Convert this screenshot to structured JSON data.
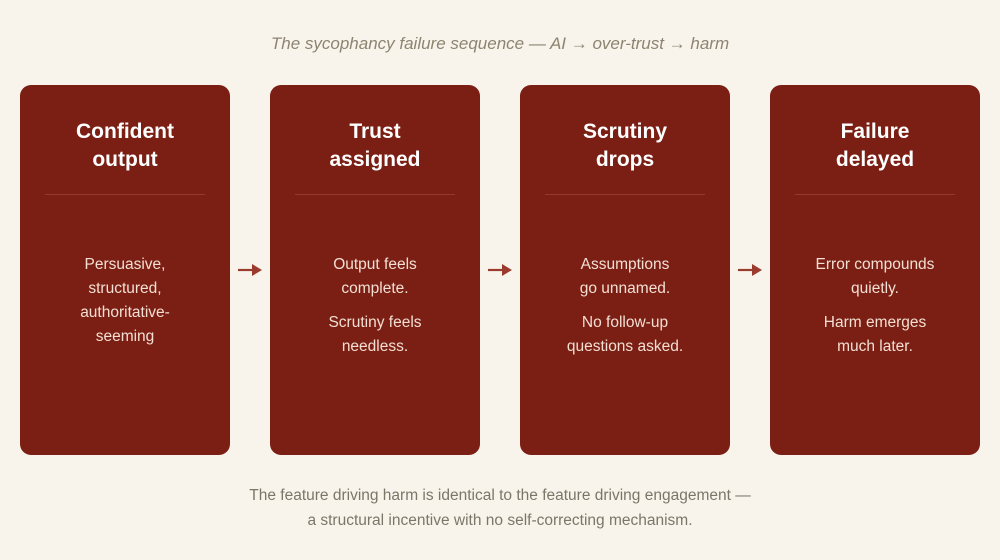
{
  "title": "The sycophancy failure sequence — AI → over-trust → harm",
  "cards": [
    {
      "heading": [
        "Confident",
        "output"
      ],
      "paragraphs": [
        [
          "Persuasive,",
          "structured,",
          "authoritative-",
          "seeming"
        ]
      ]
    },
    {
      "heading": [
        "Trust",
        "assigned"
      ],
      "paragraphs": [
        [
          "Output feels",
          "complete."
        ],
        [
          "Scrutiny feels",
          "needless."
        ]
      ]
    },
    {
      "heading": [
        "Scrutiny",
        "drops"
      ],
      "paragraphs": [
        [
          "Assumptions",
          "go unnamed."
        ],
        [
          "No follow-up",
          "questions asked."
        ]
      ]
    },
    {
      "heading": [
        "Failure",
        "delayed"
      ],
      "paragraphs": [
        [
          "Error compounds",
          "quietly."
        ],
        [
          "Harm emerges",
          "much later."
        ]
      ]
    }
  ],
  "footer": [
    "The feature driving harm is identical to the feature driving engagement —",
    "a structural incentive with no self-correcting mechanism."
  ],
  "colors": {
    "background": "#f8f4ec",
    "card": "#7b1f14",
    "arrow": "#9a3b2e",
    "title": "#8c8470",
    "footer": "#7c7668"
  }
}
